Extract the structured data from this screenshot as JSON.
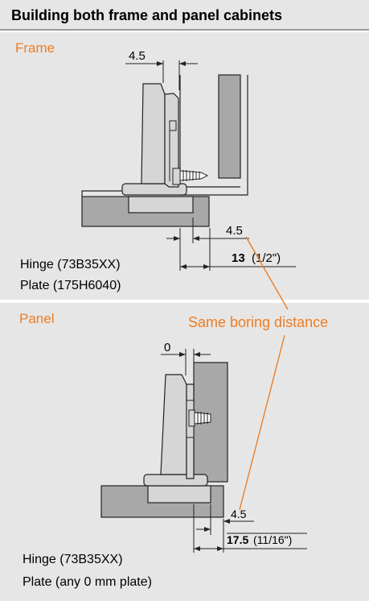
{
  "header": {
    "title": "Building both frame and panel cabinets"
  },
  "frame": {
    "label": "Frame",
    "dim_top": "4.5",
    "dim_small": "4.5",
    "dim_main_bold": "13",
    "dim_main_paren": "(1/2\")",
    "hinge": "Hinge (73B35XX)",
    "plate": "Plate (175H6040)"
  },
  "callout": {
    "text": "Same boring distance"
  },
  "panel": {
    "label": "Panel",
    "dim_top": "0",
    "dim_small": "4.5",
    "dim_main_bold": "17.5",
    "dim_main_paren": "(11/16\")",
    "hinge": "Hinge (73B35XX)",
    "plate": "Plate (any 0 mm plate)"
  },
  "colors": {
    "accent": "#ee7d23",
    "background": "#e6e6e6",
    "wood": "#a8a8a8",
    "hinge": "#d0d0d0"
  }
}
